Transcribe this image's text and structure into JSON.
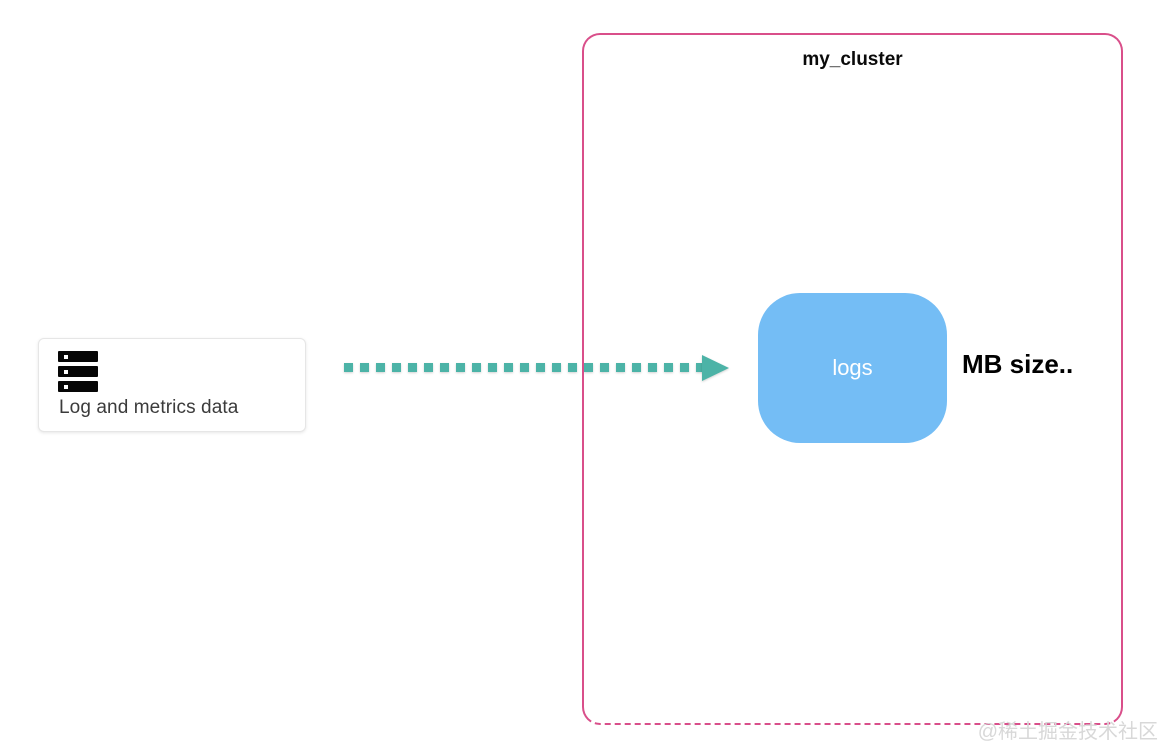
{
  "diagram": {
    "source": {
      "icon": "server-stack-icon",
      "label": "Log and metrics data"
    },
    "flow": {
      "icon": "dotted-arrow-right-icon",
      "style": "dotted",
      "color": "#4cb3a7",
      "direction": "right"
    },
    "cluster": {
      "title": "my_cluster",
      "border_color": "#d94f8a",
      "border_style": "solid-top-dashed-bottom",
      "nodes": [
        {
          "label": "logs",
          "color": "#74bdf5",
          "shape": "rounded-rectangle"
        }
      ],
      "annotation": "MB size.."
    }
  },
  "watermark": {
    "text": "@稀土掘金技术社区"
  }
}
